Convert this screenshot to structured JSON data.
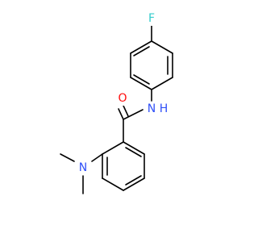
{
  "molecule": {
    "atoms": {
      "fluorine": {
        "symbol": "F",
        "color": "#33cccc"
      },
      "amide_nitrogen": {
        "symbol": "N",
        "color": "#3050f8"
      },
      "amide_hydrogen": {
        "symbol": "H",
        "color": "#3050f8"
      },
      "carbonyl_oxygen": {
        "symbol": "O",
        "color": "#ff0d0d"
      },
      "amine_nitrogen": {
        "symbol": "N",
        "color": "#3050f8"
      }
    }
  }
}
